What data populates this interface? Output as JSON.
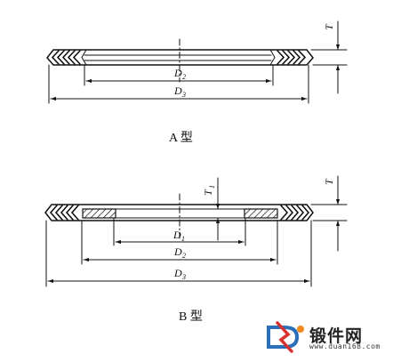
{
  "labels": {
    "T": "T",
    "T1": "T",
    "T1_sub": "1",
    "D": "D",
    "sub1": "1",
    "sub2": "2",
    "sub3": "3"
  },
  "captions": {
    "type_a": "A 型",
    "type_b": "B 型"
  },
  "watermark": {
    "name": "锻件网",
    "url": "www.duan168.com"
  },
  "colors": {
    "ink": "#111111",
    "logo_blue": "#2b6fb8",
    "logo_red": "#d8302c",
    "logo_orange": "#f08a1d"
  }
}
